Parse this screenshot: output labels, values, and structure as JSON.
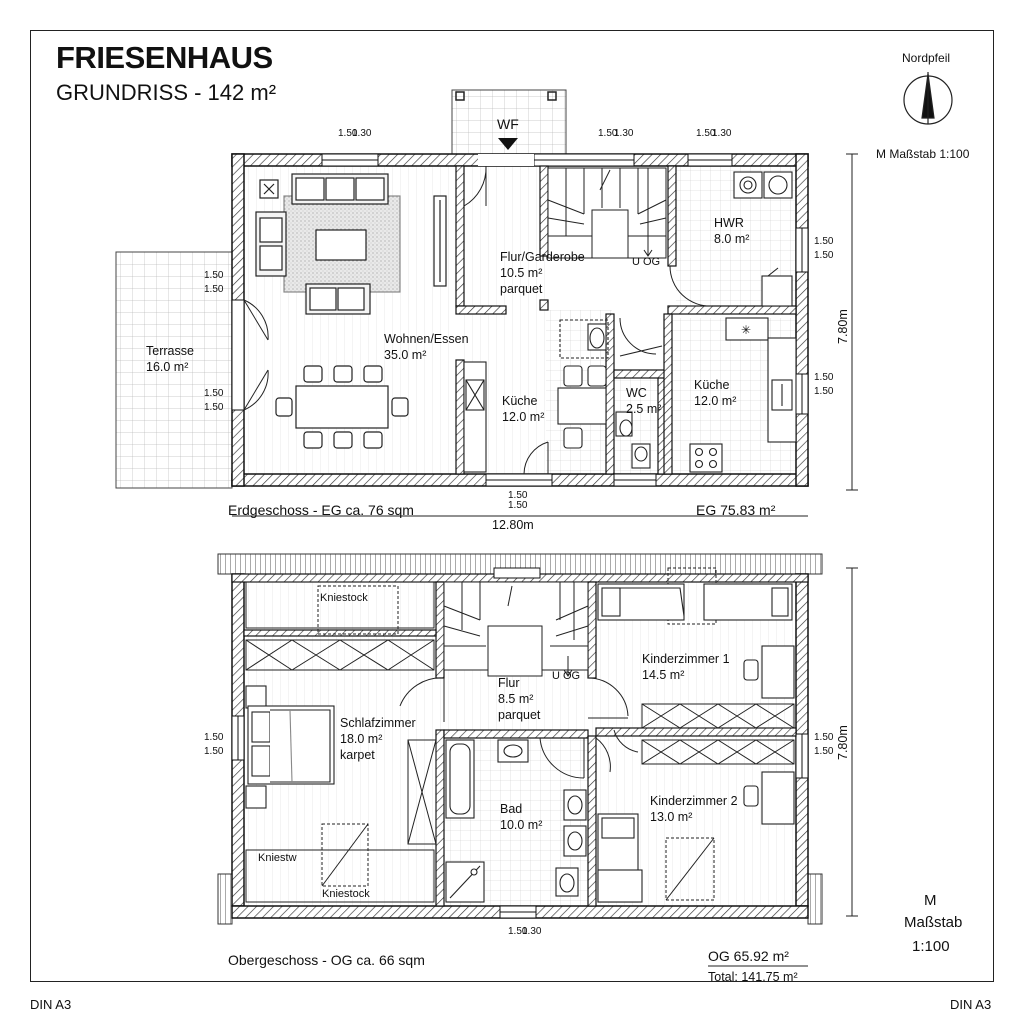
{
  "header": {
    "title": "FRIESENHAUS",
    "subtitle": "GRUNDRISS - 142 m²",
    "north_arrow_label": "Nordpfeil",
    "scale_top": "M Maßstab 1:100",
    "scale_bottom_m": "M",
    "scale_bottom_word": "Maßstab",
    "scale_bottom_ratio": "1:100"
  },
  "ground_floor": {
    "caption": "Erdgeschoss - EG ca. 76 sqm",
    "area_label": "EG 75.83 m²",
    "width_dim": "12.80m",
    "depth_dim": "7.80m",
    "entrance": "WF",
    "stair_label": "U OG",
    "terrace": {
      "name": "Terrasse",
      "area": "16.0 m²"
    },
    "rooms": [
      {
        "name": "Wohnen/Essen",
        "area": "35.0 m²",
        "floor": ""
      },
      {
        "name": "Flur/Garderobe",
        "area": "10.5 m²",
        "floor": "parquet"
      },
      {
        "name": "HWR",
        "area": "8.0 m²",
        "floor": ""
      },
      {
        "name": "Küche",
        "area": "12.0 m²",
        "floor": ""
      },
      {
        "name": "WC",
        "area": "2.5 m²",
        "floor": ""
      },
      {
        "name": "Küche",
        "area": "12.0 m²",
        "floor": ""
      }
    ]
  },
  "upper_floor": {
    "caption": "Obergeschoss - OG ca. 66 sqm",
    "area_label": "OG  65.92 m²",
    "total_label": "Total: 141.75 m²",
    "depth_dim": "7.80m",
    "stair_label": "U OG",
    "knee_labels": [
      "Kniestock",
      "Kniestw",
      "Kniestock"
    ],
    "rooms": [
      {
        "name": "Flur",
        "area": "8.5 m²",
        "floor": "parquet"
      },
      {
        "name": "Kinderzimmer 1",
        "area": "14.5 m²",
        "floor": ""
      },
      {
        "name": "Schlafzimmer",
        "area": "18.0 m²",
        "floor": "karpet"
      },
      {
        "name": "Bad",
        "area": "10.0 m²",
        "floor": ""
      },
      {
        "name": "Kinderzimmer 2",
        "area": "13.0 m²",
        "floor": ""
      }
    ]
  },
  "window_dims": {
    "a": "1.50",
    "b": "1.50",
    "c": "1.30"
  },
  "footer": {
    "left": "DIN A3",
    "right": "DIN A3"
  }
}
